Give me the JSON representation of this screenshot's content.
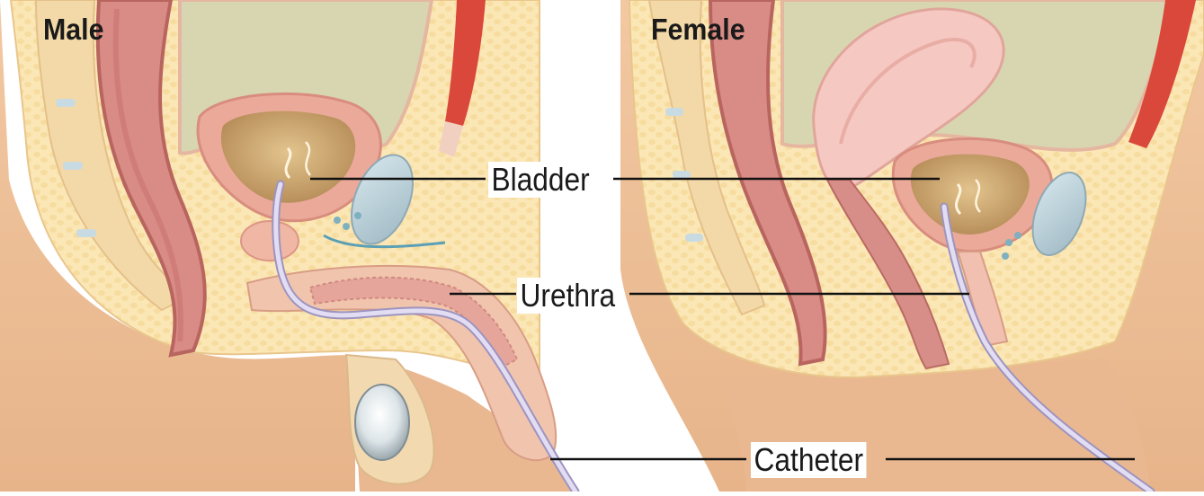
{
  "panels": {
    "male": {
      "title": "Male"
    },
    "female": {
      "title": "Female"
    }
  },
  "labels": {
    "bladder": "Bladder",
    "urethra": "Urethra",
    "catheter": "Catheter"
  },
  "colors": {
    "skin": "#f2c8a2",
    "skin_shadow": "#e4ae84",
    "fat": "#fbe7b5",
    "fat_cell": "#f5d998",
    "tissue_pink": "#f4bfb0",
    "rectum": "#d98b86",
    "rectum_dark": "#b9655f",
    "bladder_wall": "#e8a79a",
    "bladder_inner": "#c9a474",
    "intestine_area": "#d8d6b0",
    "bone": "#bcd3dc",
    "muscle": "#d9483a",
    "catheter": "#c8bfe0",
    "uterus": "#f6c8c2",
    "leader_line": "#111111"
  }
}
